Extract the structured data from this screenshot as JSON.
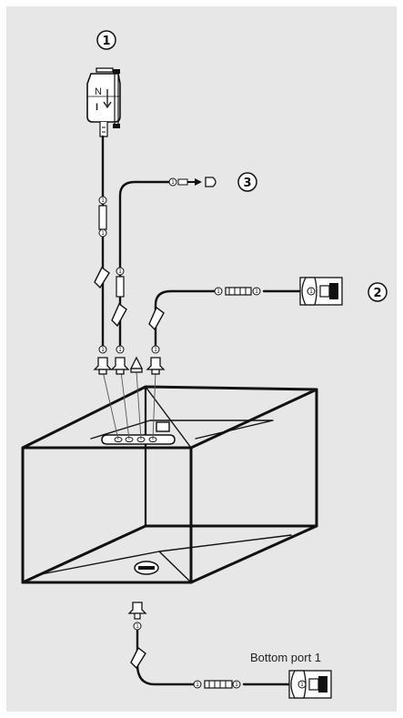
{
  "callouts": [
    {
      "id": "callout-1",
      "label": "1"
    },
    {
      "id": "callout-2",
      "label": "2"
    },
    {
      "id": "callout-3",
      "label": "3"
    }
  ],
  "bottom_port_label": "Bottom port 1",
  "bottle_letters": {
    "top": "N",
    "bottom": "I"
  },
  "connector_marker": "①",
  "colors": {
    "background": "#e7e7e7",
    "line": "#111111",
    "thin_line": "#555555",
    "part_fill": "#ffffff"
  }
}
